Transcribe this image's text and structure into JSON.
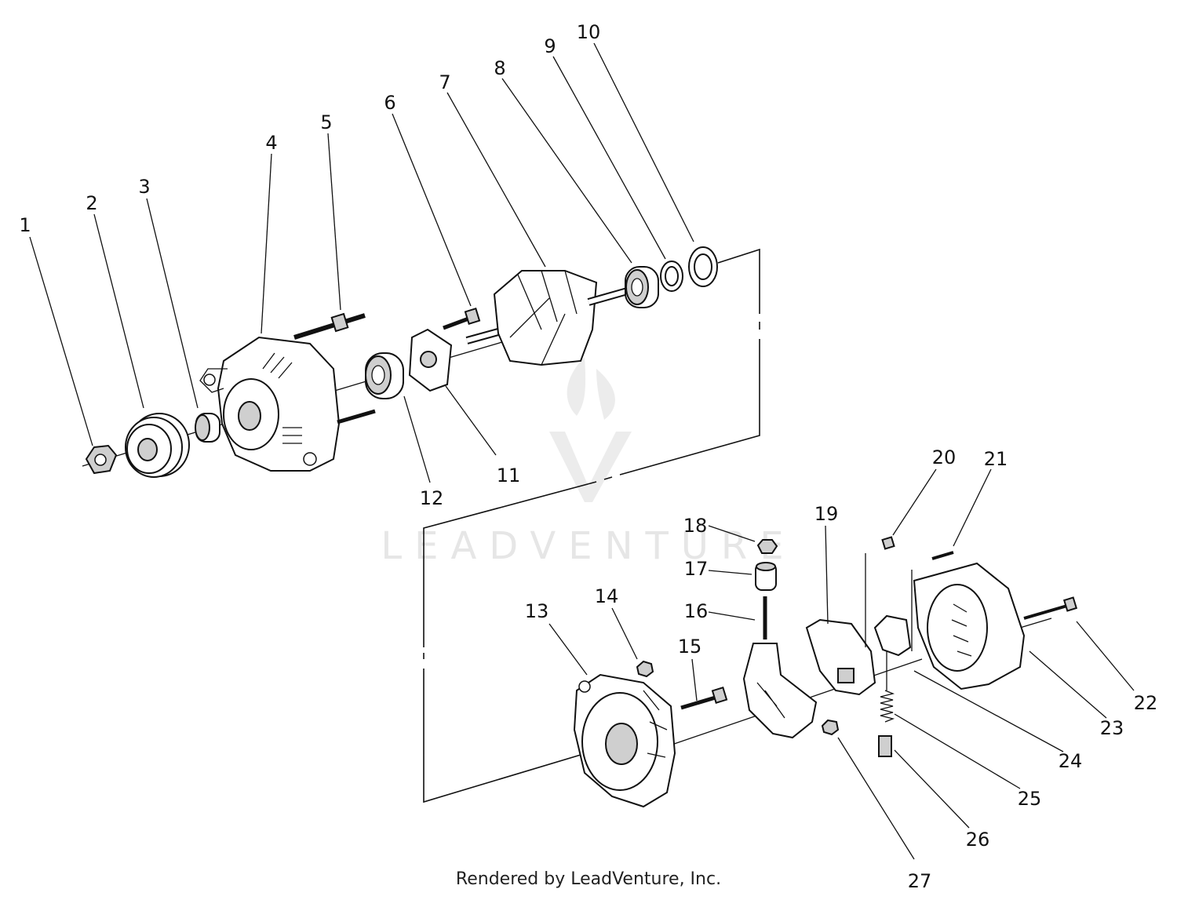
{
  "diagram": {
    "watermark": "LEADVENTURE",
    "footer": "Rendered by LeadVenture, Inc.",
    "callouts": [
      {
        "id": "1",
        "label": "1"
      },
      {
        "id": "2",
        "label": "2"
      },
      {
        "id": "3",
        "label": "3"
      },
      {
        "id": "4",
        "label": "4"
      },
      {
        "id": "5",
        "label": "5"
      },
      {
        "id": "6",
        "label": "6"
      },
      {
        "id": "7",
        "label": "7"
      },
      {
        "id": "8",
        "label": "8"
      },
      {
        "id": "9",
        "label": "9"
      },
      {
        "id": "10",
        "label": "10"
      },
      {
        "id": "11",
        "label": "11"
      },
      {
        "id": "12",
        "label": "12"
      },
      {
        "id": "13",
        "label": "13"
      },
      {
        "id": "14",
        "label": "14"
      },
      {
        "id": "15",
        "label": "15"
      },
      {
        "id": "16",
        "label": "16"
      },
      {
        "id": "17",
        "label": "17"
      },
      {
        "id": "18",
        "label": "18"
      },
      {
        "id": "19",
        "label": "19"
      },
      {
        "id": "20",
        "label": "20"
      },
      {
        "id": "21",
        "label": "21"
      },
      {
        "id": "22",
        "label": "22"
      },
      {
        "id": "23",
        "label": "23"
      },
      {
        "id": "24",
        "label": "24"
      },
      {
        "id": "25",
        "label": "25"
      },
      {
        "id": "26",
        "label": "26"
      },
      {
        "id": "27",
        "label": "27"
      }
    ]
  }
}
